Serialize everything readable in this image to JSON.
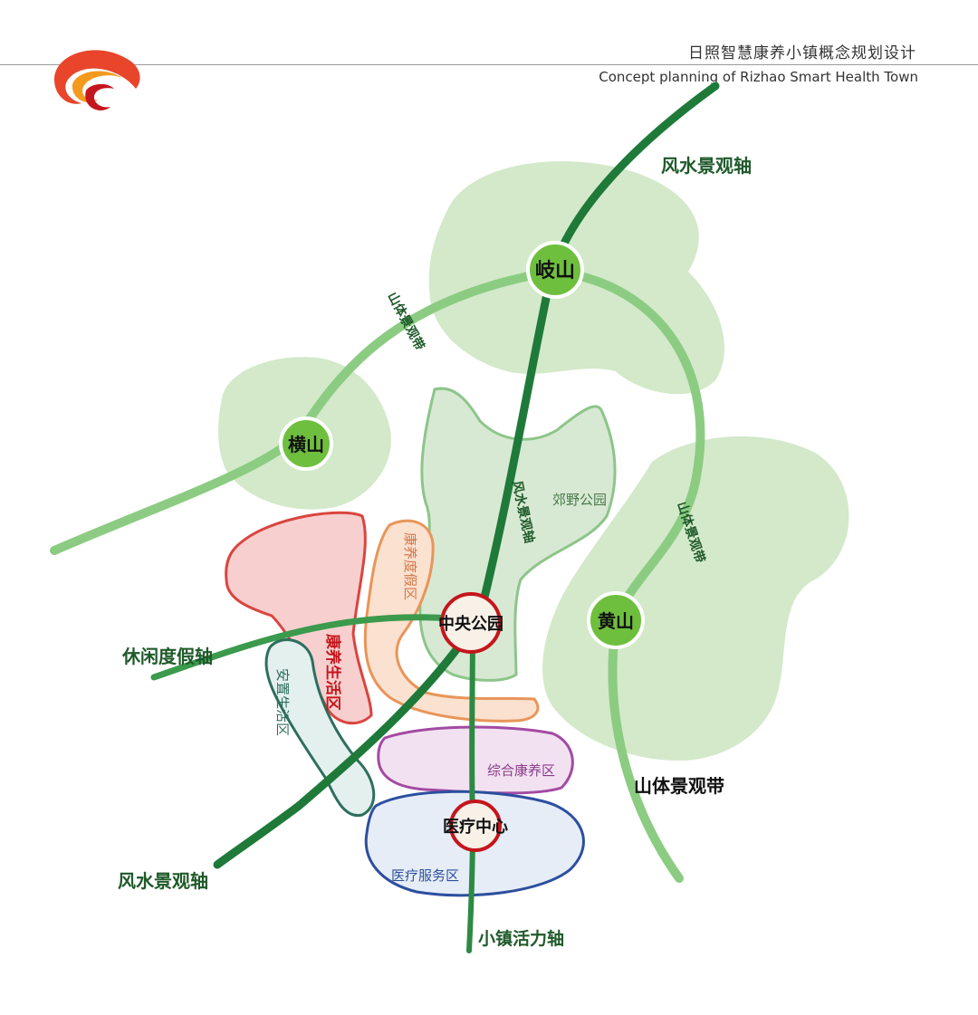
{
  "header": {
    "title_cn": "日照智慧康养小镇概念规划设计",
    "title_en": "Concept planning of Rizhao Smart Health Town"
  },
  "nodes": {
    "zhanshan": "岐山",
    "hengshan": "横山",
    "huangshan": "黄山",
    "central_park": "中央公园",
    "medical_center": "医疗中心"
  },
  "axes": {
    "fengshui_top": "风水景观轴",
    "fengshui_bottom": "风水景观轴",
    "fengshui_center": "风水景观轴",
    "shanti_left": "山体景观带",
    "shanti_right": "山体景观带",
    "shanti_bottom": "山体景观带",
    "leisure": "休闲度假轴",
    "town_vitality": "小镇活力轴"
  },
  "zones": {
    "country_park": "郊野公园",
    "resort": "康养度假区",
    "health_living": "康养生活区",
    "resettlement": "安置生活区",
    "integrated_health": "综合康养区",
    "medical_service": "医疗服务区"
  },
  "colors": {
    "green_area": "#cfe6c6",
    "axis_green": "#1f7a3a",
    "band_green": "#7cc47a",
    "node_fill": "#6fbf3f",
    "red_zone": "#d9453f",
    "orange_zone": "#e8955a",
    "purple_zone": "#a34aa3",
    "blue_zone": "#2c4f9e",
    "teal_zone": "#2e6e5e"
  }
}
